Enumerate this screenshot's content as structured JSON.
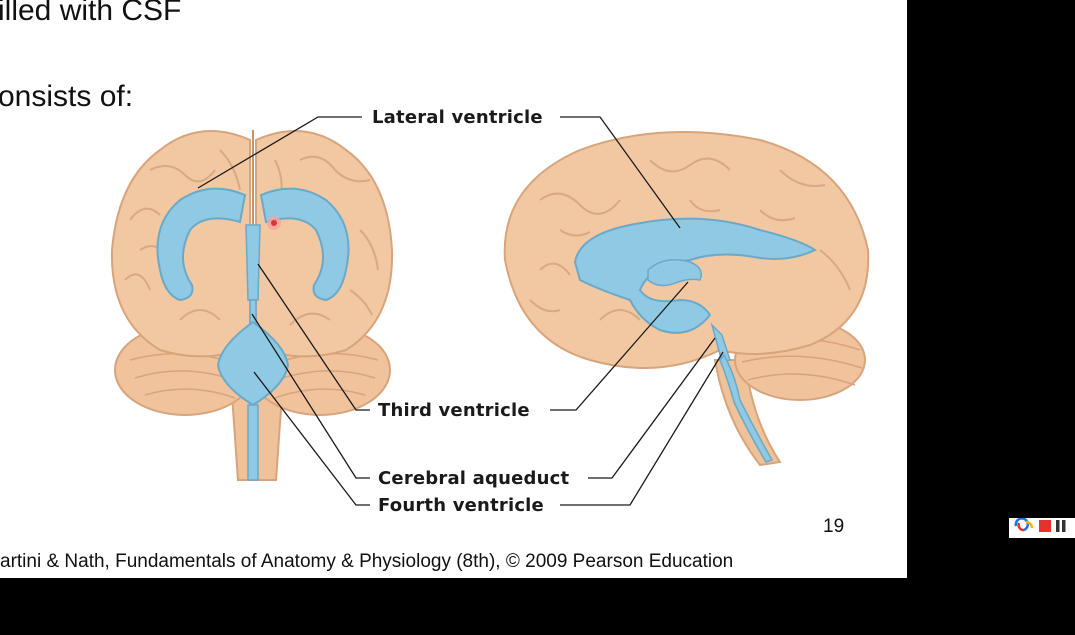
{
  "slide": {
    "bullets": [
      "illed with CSF",
      "onsists of:"
    ],
    "labels": {
      "lateral": "Lateral ventricle",
      "third": "Third ventricle",
      "aqueduct": "Cerebral aqueduct",
      "fourth": "Fourth ventricle"
    },
    "page_number": "19",
    "credit": "artini & Nath, Fundamentals of Anatomy & Physiology (8th), © 2009 Pearson Education"
  },
  "controls": {
    "icons": [
      "app-logo-icon",
      "stop-icon",
      "pause-icon"
    ]
  },
  "colors": {
    "background": "#000000",
    "slide": "#ffffff",
    "brain": "#f2c8a2",
    "ventricle": "#8fc9e4",
    "record": "#e5322d"
  }
}
